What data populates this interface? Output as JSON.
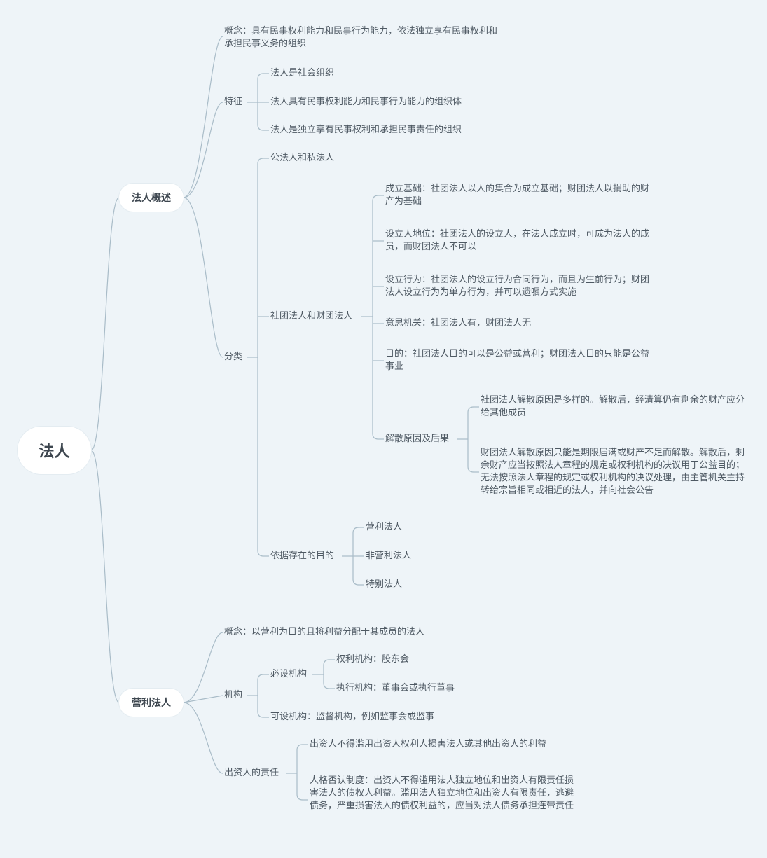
{
  "root": {
    "label": "法人"
  },
  "b1": {
    "label": "法人概述",
    "concept": "概念：具有民事权利能力和民事行为能力，依法独立享有民事权利和承担民事义务的组织",
    "features": {
      "label": "特征",
      "items": [
        "法人是社会组织",
        "法人具有民事权利能力和民事行为能力的组织体",
        "法人是独立享有民事权利和承担民事责任的组织"
      ]
    },
    "classify": {
      "label": "分类",
      "public_private": "公法人和私法人",
      "sf": {
        "label": "社团法人和财团法人",
        "items": [
          "成立基础：社团法人以人的集合为成立基础；财团法人以捐助的财产为基础",
          "设立人地位：社团法人的设立人，在法人成立时，可成为法人的成员，而财团法人不可以",
          "设立行为：社团法人的设立行为合同行为，而且为生前行为；财团法人设立行为为单方行为，并可以遗嘱方式实施",
          "意思机关：社团法人有，财团法人无",
          "目的：社团法人目的可以是公益或营利；财团法人目的只能是公益事业"
        ],
        "dissolve": {
          "label": "解散原因及后果",
          "items": [
            "社团法人解散原因是多样的。解散后，经清算仍有剩余的财产应分给其他成员",
            "财团法人解散原因只能是期限届满或财产不足而解散。解散后，剩余财产应当按照法人章程的规定或权利机构的决议用于公益目的；无法按照法人章程的规定或权利机构的决议处理，由主管机关主持转给宗旨相同或相近的法人，并向社会公告"
          ]
        }
      },
      "purpose": {
        "label": "依据存在的目的",
        "items": [
          "营利法人",
          "非营利法人",
          "特别法人"
        ]
      }
    }
  },
  "b2": {
    "label": "营利法人",
    "concept": "概念：以营利为目的且将利益分配于其成员的法人",
    "org": {
      "label": "机构",
      "required": {
        "label": "必设机构",
        "items": [
          "权利机构：股东会",
          "执行机构：董事会或执行董事"
        ]
      },
      "optional": "可设机构：监督机构，例如监事会或监事"
    },
    "liability": {
      "label": "出资人的责任",
      "items": [
        "出资人不得滥用出资人权利人损害法人或其他出资人的利益",
        "人格否认制度：出资人不得滥用法人独立地位和出资人有限责任损害法人的债权人利益。滥用法人独立地位和出资人有限责任，逃避债务，严重损害法人的债权利益的，应当对法人债务承担连带责任"
      ]
    }
  },
  "colors": {
    "background": "#eef4f8",
    "line": "#a9bcc8",
    "node": "#ffffff"
  }
}
